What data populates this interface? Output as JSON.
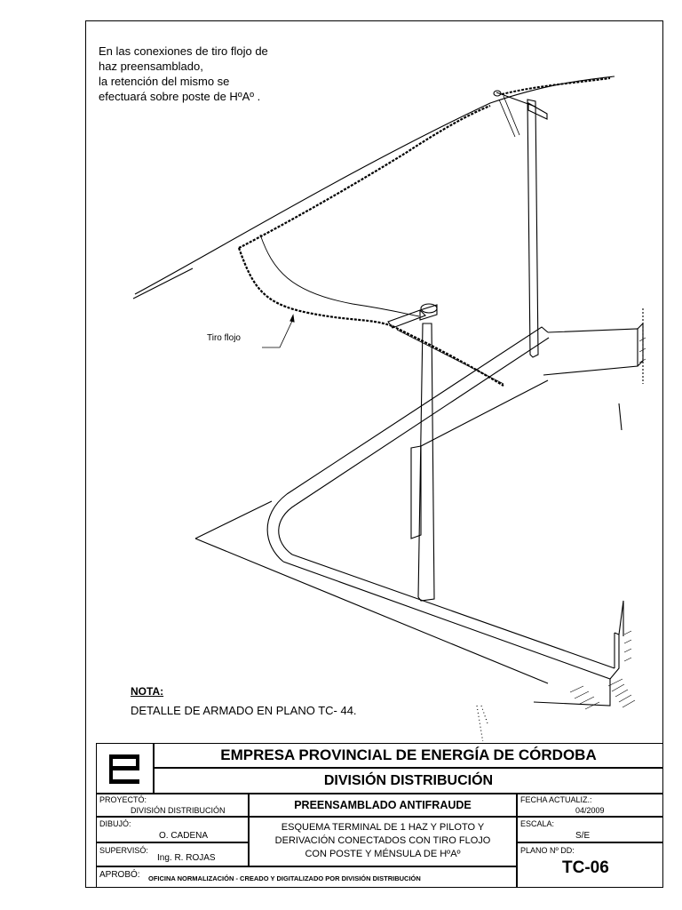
{
  "intro": {
    "line1": "En las conexiones de tiro flojo de",
    "line2": "haz preensamblado,",
    "line3": "la retención del mismo se",
    "line4": "efectuará sobre poste de HºAº ."
  },
  "drawing_label": "Tiro flojo",
  "nota": {
    "title": "NOTA:",
    "text": "DETALLE DE ARMADO EN PLANO TC- 44."
  },
  "title_block": {
    "company": "EMPRESA PROVINCIAL DE ENERGÍA DE CÓRDOBA",
    "division": "DIVISIÓN DISTRIBUCIÓN",
    "proyecto_label": "PROYECTÓ:",
    "proyecto_value": "DIVISIÓN DISTRIBUCIÓN",
    "dibujo_label": "DIBUJÓ:",
    "dibujo_value": "O. CADENA",
    "superviso_label": "SUPERVISÓ:",
    "superviso_value": "Ing. R. ROJAS",
    "aprobo_label": "APROBÓ:",
    "aprobo_value": "OFICINA NORMALIZACIÓN - CREADO Y DIGITALIZADO POR DIVISIÓN DISTRIBUCIÓN",
    "title1": "PREENSAMBLADO ANTIFRAUDE",
    "title2_line1": "ESQUEMA TERMINAL DE 1 HAZ Y PILOTO Y",
    "title2_line2": "DERIVACIÓN CONECTADOS CON TIRO FLOJO",
    "title2_line3": "CON POSTE Y MÉNSULA DE HºAº",
    "fecha_label": "FECHA ACTUALIZ.:",
    "fecha_value": "04/2009",
    "escala_label": "ESCALA:",
    "escala_value": "S/E",
    "plano_label": "PLANO Nº DD:",
    "plano_value": "TC-06"
  }
}
